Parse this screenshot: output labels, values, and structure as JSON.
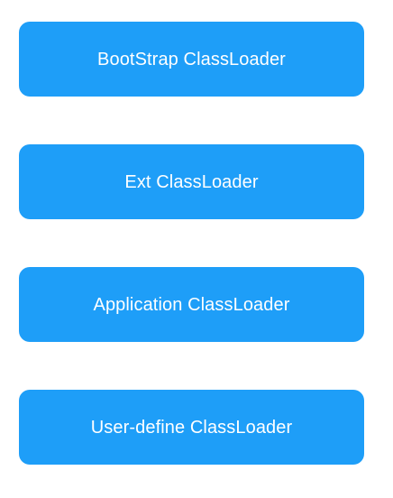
{
  "diagram": {
    "box_color": "#1e9ef8",
    "text_color": "#ffffff",
    "boxes": [
      {
        "label": "BootStrap ClassLoader"
      },
      {
        "label": "Ext ClassLoader"
      },
      {
        "label": "Application ClassLoader"
      },
      {
        "label": "User-define ClassLoader"
      }
    ]
  }
}
